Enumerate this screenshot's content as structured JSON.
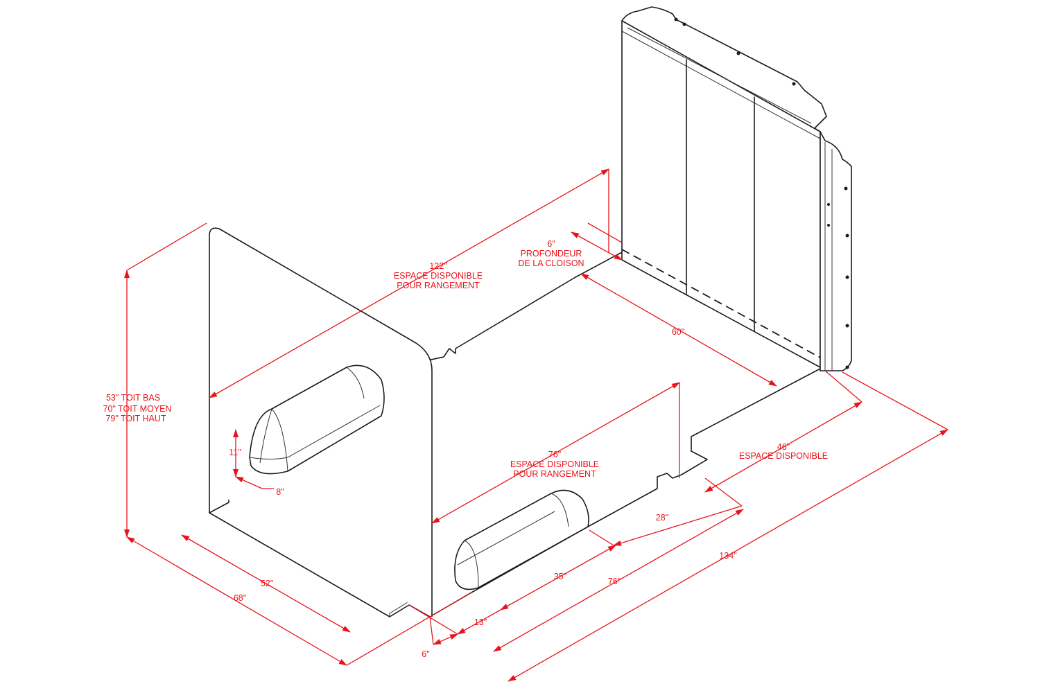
{
  "dimensions": {
    "length_storage": {
      "value": "122\"",
      "line1": "ESPACE DISPONIBLE",
      "line2": "POUR RANGEMENT"
    },
    "partition_depth": {
      "value": "6\"",
      "line1": "PROFONDEUR",
      "line2": "DE LA CLOISON"
    },
    "width_60": {
      "value": "60\""
    },
    "height": {
      "line1": "53\" TOIT BAS",
      "line2": "70\" TOIT MOYEN",
      "line3": "79\" TOIT HAUT"
    },
    "wheel_well_height": {
      "value": "11\""
    },
    "wheel_well_depth": {
      "value": "8\""
    },
    "wheel_well_storage": {
      "value": "76\"",
      "line1": "ESPACE DISPONIBLE",
      "line2": "POUR RANGEMENT"
    },
    "width_available": {
      "value": "46\"",
      "line1": "ESPACE DISPONIBLE"
    },
    "dim_28": {
      "value": "28\""
    },
    "dim_52": {
      "value": "52\""
    },
    "dim_68": {
      "value": "68\""
    },
    "dim_35": {
      "value": "35\""
    },
    "dim_76_bottom": {
      "value": "76\""
    },
    "dim_134": {
      "value": "134\""
    },
    "dim_13": {
      "value": "13\""
    },
    "dim_6_bottom": {
      "value": "6\""
    }
  }
}
